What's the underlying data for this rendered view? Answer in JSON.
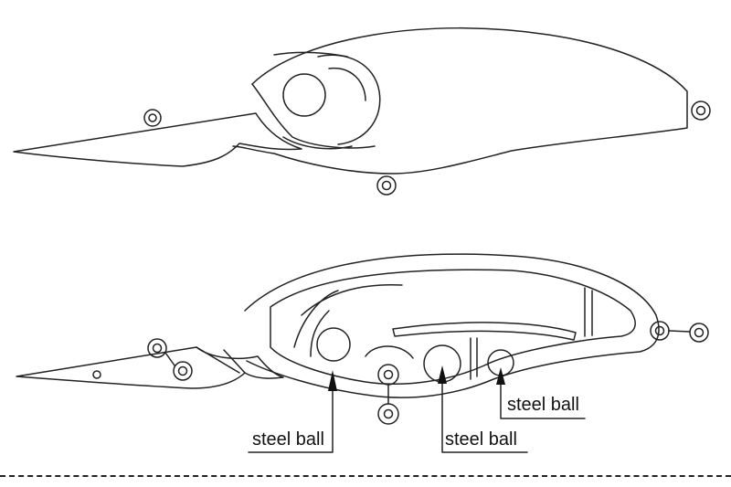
{
  "diagram": {
    "labels": {
      "steel_ball_1": "steel ball",
      "steel_ball_2": "steel ball",
      "steel_ball_3": "steel ball"
    },
    "stroke_color": "#222222",
    "background_color": "#ffffff"
  }
}
